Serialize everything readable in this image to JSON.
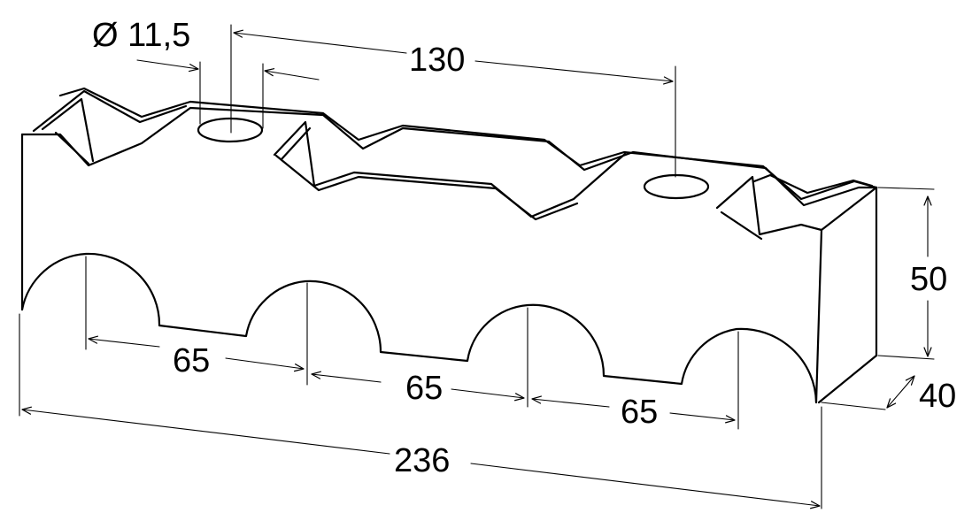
{
  "dimensions": {
    "hole_diameter": "Ø 11,5",
    "hole_spacing": "130",
    "height": "50",
    "depth": "40",
    "pitch_1": "65",
    "pitch_2": "65",
    "pitch_3": "65",
    "total_length": "236"
  },
  "colors": {
    "line": "#000000",
    "background": "#ffffff"
  }
}
